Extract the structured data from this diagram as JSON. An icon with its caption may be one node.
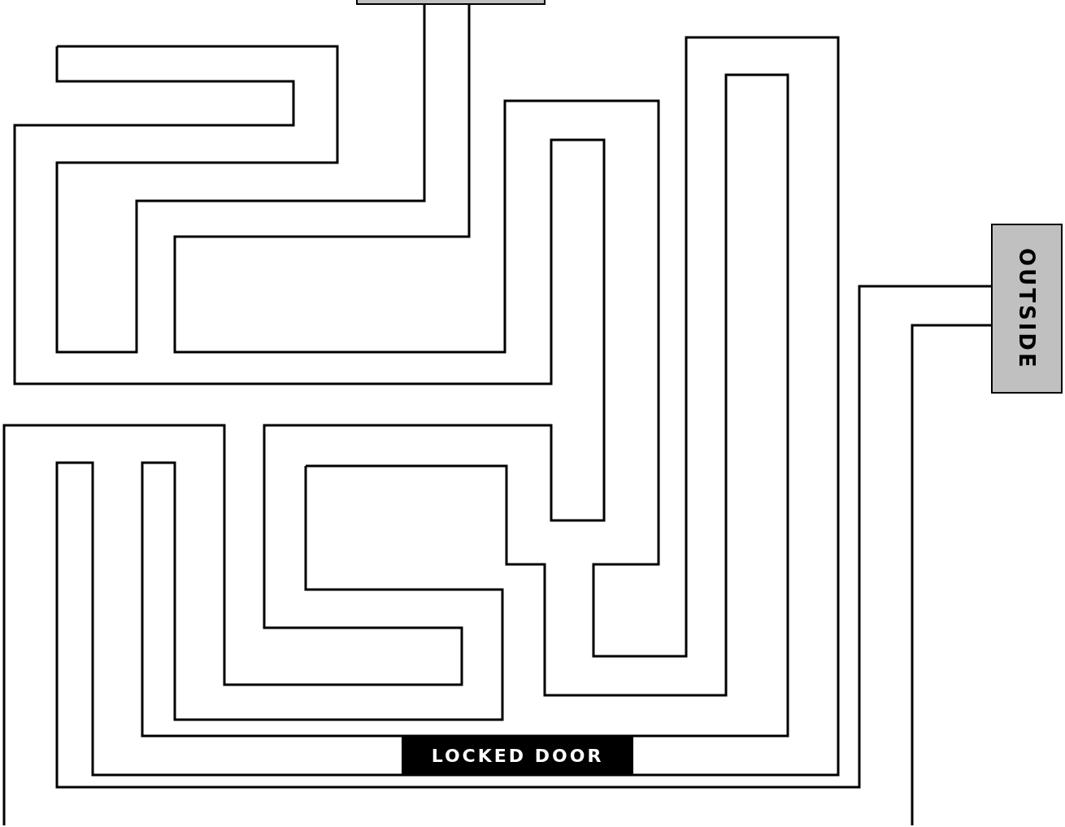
{
  "diagram": {
    "nodes": [
      {
        "text": [],
        "shape": "box"
      },
      {
        "text": [
          "OUTSIDE"
        ]
      },
      {
        "text": [
          "LOCKED DOOR"
        ]
      }
    ]
  }
}
